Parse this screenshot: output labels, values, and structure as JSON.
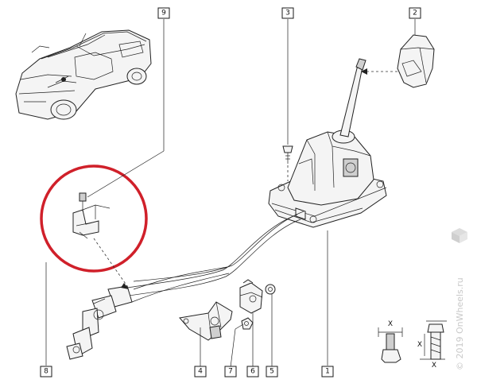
{
  "callouts": [
    {
      "id": "callout-1",
      "label": "1"
    },
    {
      "id": "callout-2",
      "label": "2"
    },
    {
      "id": "callout-3",
      "label": "3"
    },
    {
      "id": "callout-4",
      "label": "4"
    },
    {
      "id": "callout-5",
      "label": "5"
    },
    {
      "id": "callout-6",
      "label": "6"
    },
    {
      "id": "callout-7",
      "label": "7"
    },
    {
      "id": "callout-8",
      "label": "8"
    },
    {
      "id": "callout-9",
      "label": "9"
    }
  ],
  "detail_labels": {
    "x_top": "X",
    "x_side": "X",
    "x_bottom": "X"
  },
  "watermark": {
    "text": "© 2019 OnWheels.ru"
  },
  "colors": {
    "highlight_circle": "#d0202a",
    "line": "#222222",
    "watermark": "#c9c9c9"
  }
}
